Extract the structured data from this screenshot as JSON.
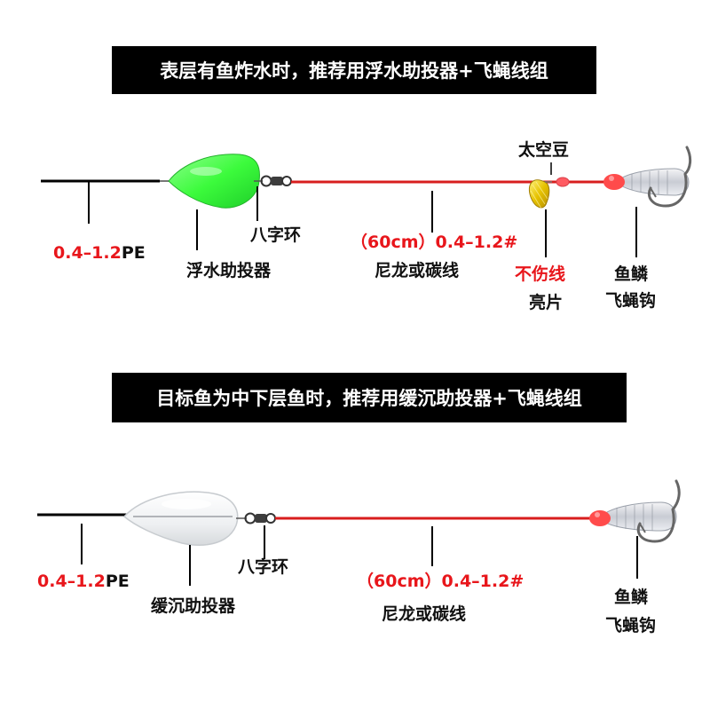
{
  "colors": {
    "banner_bg": "#000000",
    "banner_text": "#ffffff",
    "line_main": "#d81e1e",
    "line_pe": "#000000",
    "float_green": "#3cfb3c",
    "highlight_red": "#e8161b",
    "spinner_gold": "#e6c200"
  },
  "rig1": {
    "banner": "表层有鱼炸水时，推荐用浮水助投器+飞蝇线组",
    "pe_num": "0.4–1.2",
    "pe_unit": "PE",
    "float_label": "浮水助投器",
    "swivel_label": "八字环",
    "leader_spec_red": "（60cm）0.4–1.2#",
    "leader_type": "尼龙或碳线",
    "bead_label": "太空豆",
    "spinner_red": "不伤线",
    "spinner_label": "亮片",
    "hook_line1": "鱼鳞",
    "hook_line2": "飞蝇钩"
  },
  "rig2": {
    "banner": "目标鱼为中下层鱼时，推荐用缓沉助投器+飞蝇线组",
    "pe_num": "0.4–1.2",
    "pe_unit": "PE",
    "float_label": "缓沉助投器",
    "swivel_label": "八字环",
    "leader_spec_red": "（60cm）0.4–1.2#",
    "leader_type": "尼龙或碳线",
    "hook_line1": "鱼鳞",
    "hook_line2": "飞蝇钩"
  }
}
